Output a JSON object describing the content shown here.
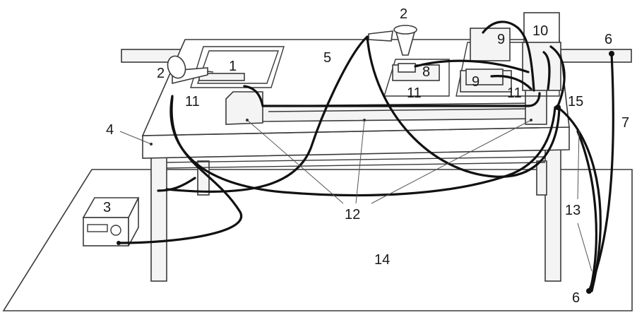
{
  "labels": {
    "sample": "1",
    "horn_left": "2",
    "horn_top": "2",
    "power_supply": "3",
    "table_leg_marker": "4",
    "tabletop": "5",
    "ground_top": "6",
    "ground_bottom": "6",
    "ground_wire": "7",
    "sample_top": "8",
    "block_a": "9",
    "block_b": "9",
    "meter": "10",
    "plate_left": "11",
    "plate_mid": "11",
    "plate_right": "11",
    "points": "12",
    "leads": "13",
    "floor_mat": "14",
    "junction": "15"
  }
}
